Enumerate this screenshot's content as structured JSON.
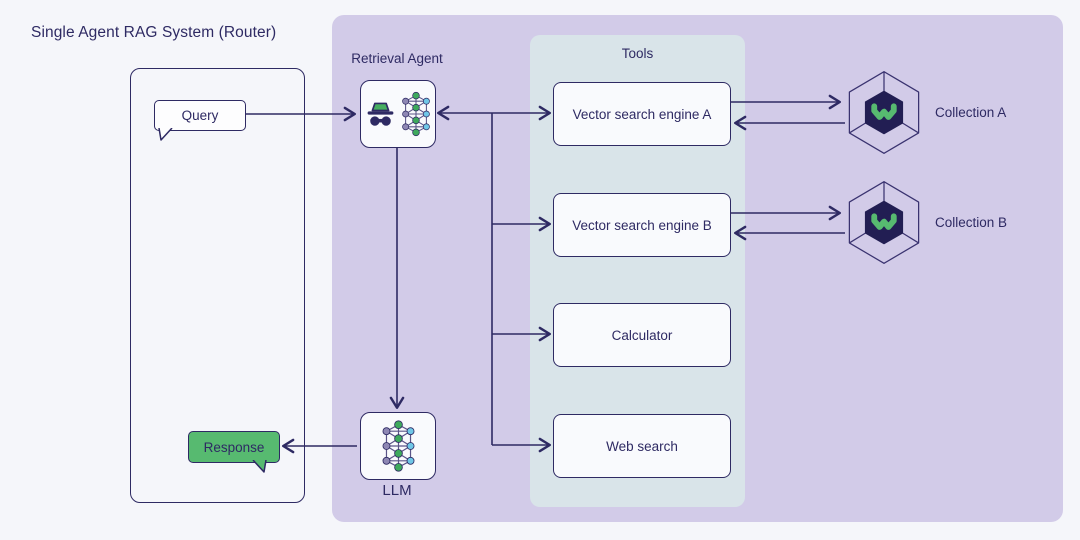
{
  "title": "Single Agent RAG System (Router)",
  "client": {
    "query_label": "Query",
    "response_label": "Response"
  },
  "agent": {
    "label": "Retrieval Agent"
  },
  "llm": {
    "label": "LLM"
  },
  "tools_panel": {
    "title": "Tools",
    "tools": [
      "Vector search engine A",
      "Vector search engine B",
      "Calculator",
      "Web search"
    ]
  },
  "collections": [
    {
      "label": "Collection A"
    },
    {
      "label": "Collection B"
    }
  ],
  "colors": {
    "background": "#f5f6fa",
    "agent_panel": "#d2cbe8",
    "tools_panel": "#d9e4e9",
    "line_navy": "#2e2a63",
    "node_box_fill": "#f9fafd",
    "green": "#57ba70",
    "hexagon_dark": "#221e53",
    "net_node_green": "#3ea95d",
    "net_node_cyan": "#70c7e7",
    "net_node_purple": "#8e87b4"
  }
}
